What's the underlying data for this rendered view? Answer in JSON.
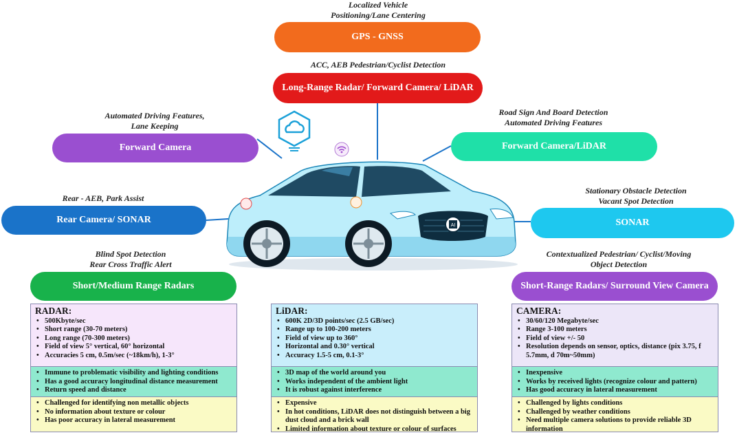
{
  "colors": {
    "gps": "#f26b1d",
    "longrange": "#e21a1a",
    "forward_camera": "#9a4fd0",
    "forward_camera_lidar": "#1fe0a8",
    "rear": "#1a73c9",
    "sonar": "#1ec8ef",
    "short_medium": "#18b24b",
    "short_range_surround": "#9a4fd0",
    "panel_top_radar": "#f6e6fb",
    "panel_top_lidar": "#c9eefb",
    "panel_top_camera": "#ece6f8",
    "panel_mid": "#8fe9cf",
    "panel_bottom": "#fafac5"
  },
  "nodes": {
    "gps": {
      "caption": [
        "Localized Vehicle",
        "Positioning/Lane Centering"
      ],
      "label": "GPS - GNSS"
    },
    "longrange": {
      "caption": [
        "ACC, AEB Pedestrian/Cyclist Detection"
      ],
      "label": "Long-Range Radar/ Forward Camera/ LiDAR"
    },
    "forward_camera": {
      "caption": [
        "Automated Driving Features,",
        "Lane Keeping"
      ],
      "label": "Forward Camera"
    },
    "forward_camera_lidar": {
      "caption": [
        "Road Sign And Board Detection",
        "Automated Driving Features"
      ],
      "label": "Forward Camera/LiDAR"
    },
    "rear": {
      "caption": [
        "Rear - AEB, Park Assist"
      ],
      "label": "Rear Camera/ SONAR"
    },
    "sonar": {
      "caption": [
        "Stationary Obstacle Detection",
        "Vacant Spot Detection"
      ],
      "label": "SONAR"
    },
    "short_medium": {
      "caption": [
        "Blind Spot Detection",
        "Rear Cross Traffic Alert"
      ],
      "label": "Short/Medium Range Radars"
    },
    "short_range_surround": {
      "caption": [
        "Contextualized Pedestrian/ Cyclist/Moving",
        "Object Detection"
      ],
      "label": "Short-Range Radars/ Surround View Camera"
    }
  },
  "panels": {
    "radar": {
      "title": "RADAR:",
      "specs": [
        "500Kbyte/sec",
        "Short range (30-70 meters)",
        "Long range (70-300 meters)",
        "Field of view 5° vertical, 60° horizontal",
        "Accuracies 5 cm, 0.5m/sec (~18km/h), 1-3°"
      ],
      "pros": [
        "Immune to problematic visibility and lighting conditions",
        "Has a good accuracy longitudinal distance measurement",
        "Return speed and distance"
      ],
      "cons": [
        "Challenged for identifying non metallic objects",
        "No information about texture or colour",
        "Has poor accuracy in lateral measurement"
      ]
    },
    "lidar": {
      "title": "LiDAR:",
      "specs": [
        "600K 2D/3D points/sec (2.5 GB/sec)",
        "Range up to 100-200 meters",
        "Field of view up to 360°",
        "Horizontal and 0.30° vertical",
        "Accuracy 1.5-5 cm, 0.1-3°"
      ],
      "pros": [
        "3D map of the world around you",
        "Works independent of the ambient light",
        "It is robust against interference"
      ],
      "cons": [
        "Expensive",
        "In hot conditions, LiDAR does not distinguish between a big dust cloud and a brick wall",
        "Limited information about texture or colour of surfaces"
      ]
    },
    "camera": {
      "title": "CAMERA:",
      "specs": [
        "30/60/120 Megabyte/sec",
        "Range 3-100 meters",
        "Field of view +/- 50",
        "Resolution depends on sensor, optics, distance (pix 3.75, f 5.7mm, d 70m~50mm)"
      ],
      "pros": [
        "Inexpensive",
        "Works by received lights (recognize colour and pattern)",
        "Has good accuracy in lateral measurement"
      ],
      "cons": [
        "Challenged by lights conditions",
        "Challenged by weather conditions",
        "Need multiple camera solutions  to provide reliable 3D information"
      ]
    }
  },
  "car": {
    "chip_label": "AI"
  }
}
